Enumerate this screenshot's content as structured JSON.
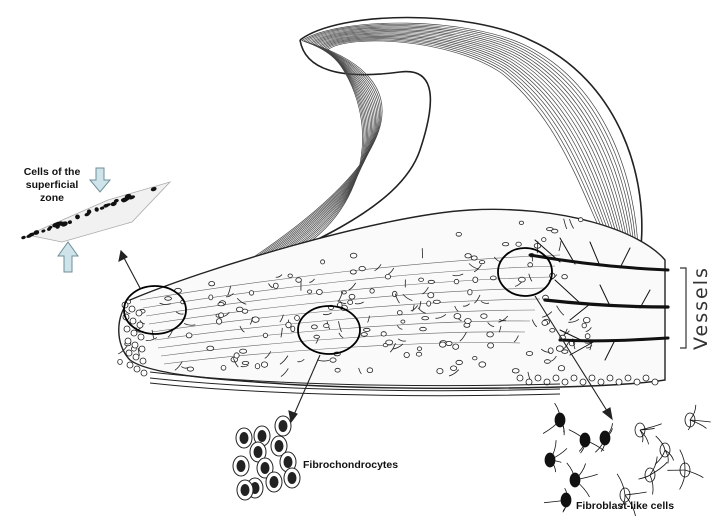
{
  "labels": {
    "superficial": "Cells of the superficial zone",
    "superficial_lines": [
      "Cells of the",
      "superficial",
      "zone"
    ],
    "fibrochondrocytes": "Fibrochondrocytes",
    "fibroblast": "Fibroblast-like cells",
    "vessels": "Vessels"
  },
  "colors": {
    "ink": "#111111",
    "arrow_fill": "#cfe3ea",
    "arrow_stroke": "#6f8f98"
  }
}
